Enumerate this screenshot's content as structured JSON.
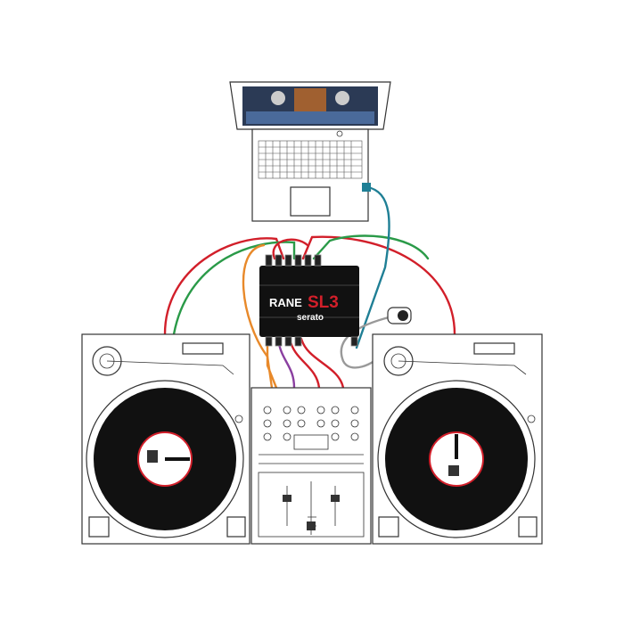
{
  "interface": {
    "logo": "RANE",
    "model": "SL3",
    "brand": "serato"
  },
  "colors": {
    "red": "#d21f2a",
    "green": "#2a9a48",
    "orange": "#e8892a",
    "purple": "#8a3fa0",
    "teal": "#1f7f95",
    "gray": "#999999",
    "vinyl": "#111111"
  }
}
